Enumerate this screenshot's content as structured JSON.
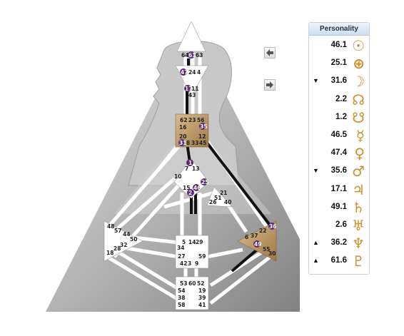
{
  "panel": {
    "title": "Personality",
    "rows": [
      {
        "arrow": "",
        "value": "46.1",
        "planet": "sun-icon",
        "glyph": "☉"
      },
      {
        "arrow": "",
        "value": "25.1",
        "planet": "earth-icon",
        "glyph": "⊕"
      },
      {
        "arrow": "▼",
        "value": "31.6",
        "planet": "moon-icon",
        "glyph": "☽"
      },
      {
        "arrow": "",
        "value": "2.2",
        "planet": "north-node-icon",
        "glyph": "☊"
      },
      {
        "arrow": "",
        "value": "1.2",
        "planet": "south-node-icon",
        "glyph": "☋"
      },
      {
        "arrow": "",
        "value": "46.5",
        "planet": "mercury-icon",
        "glyph": "☿"
      },
      {
        "arrow": "",
        "value": "47.4",
        "planet": "venus-icon",
        "glyph": "♀"
      },
      {
        "arrow": "▼",
        "value": "35.6",
        "planet": "mars-icon",
        "glyph": "♂"
      },
      {
        "arrow": "",
        "value": "17.1",
        "planet": "jupiter-icon",
        "glyph": "♃"
      },
      {
        "arrow": "",
        "value": "49.1",
        "planet": "saturn-icon",
        "glyph": "♄"
      },
      {
        "arrow": "",
        "value": "2.6",
        "planet": "uranus-icon",
        "glyph": "♅"
      },
      {
        "arrow": "▲",
        "value": "36.2",
        "planet": "neptune-icon",
        "glyph": "♆"
      },
      {
        "arrow": "▲",
        "value": "61.6",
        "planet": "pluto-icon",
        "glyph": "♇"
      }
    ]
  },
  "nav": {
    "prev": "arrow-left-icon",
    "next": "arrow-right-icon"
  },
  "colors": {
    "active_gate": "#5a2a7a",
    "defined_center": "#b8955a",
    "channel": "#111111",
    "panel_border": "#c6d3e3"
  },
  "gates": {
    "head": [
      "64",
      "61",
      "63"
    ],
    "ajna": [
      "47",
      "24",
      "4",
      "17",
      "11",
      "43"
    ],
    "throat": [
      "62",
      "23",
      "56",
      "16",
      "35",
      "20",
      "12",
      "31",
      "8",
      "33",
      "45"
    ],
    "g": [
      "1",
      "7",
      "13",
      "10",
      "15",
      "46",
      "2",
      "25"
    ],
    "ego": [
      "21",
      "51",
      "26",
      "40"
    ],
    "spleen": [
      "48",
      "57",
      "44",
      "50",
      "32",
      "28",
      "18"
    ],
    "sacral": [
      "5",
      "14",
      "29",
      "34",
      "27",
      "59",
      "42",
      "3",
      "9"
    ],
    "solar": [
      "36",
      "22",
      "6",
      "37",
      "49",
      "55",
      "30"
    ],
    "root": [
      "53",
      "60",
      "52",
      "54",
      "19",
      "38",
      "39",
      "58",
      "41"
    ],
    "active": [
      "61",
      "47",
      "17",
      "35",
      "31",
      "1",
      "46",
      "25",
      "2",
      "36",
      "49"
    ]
  }
}
